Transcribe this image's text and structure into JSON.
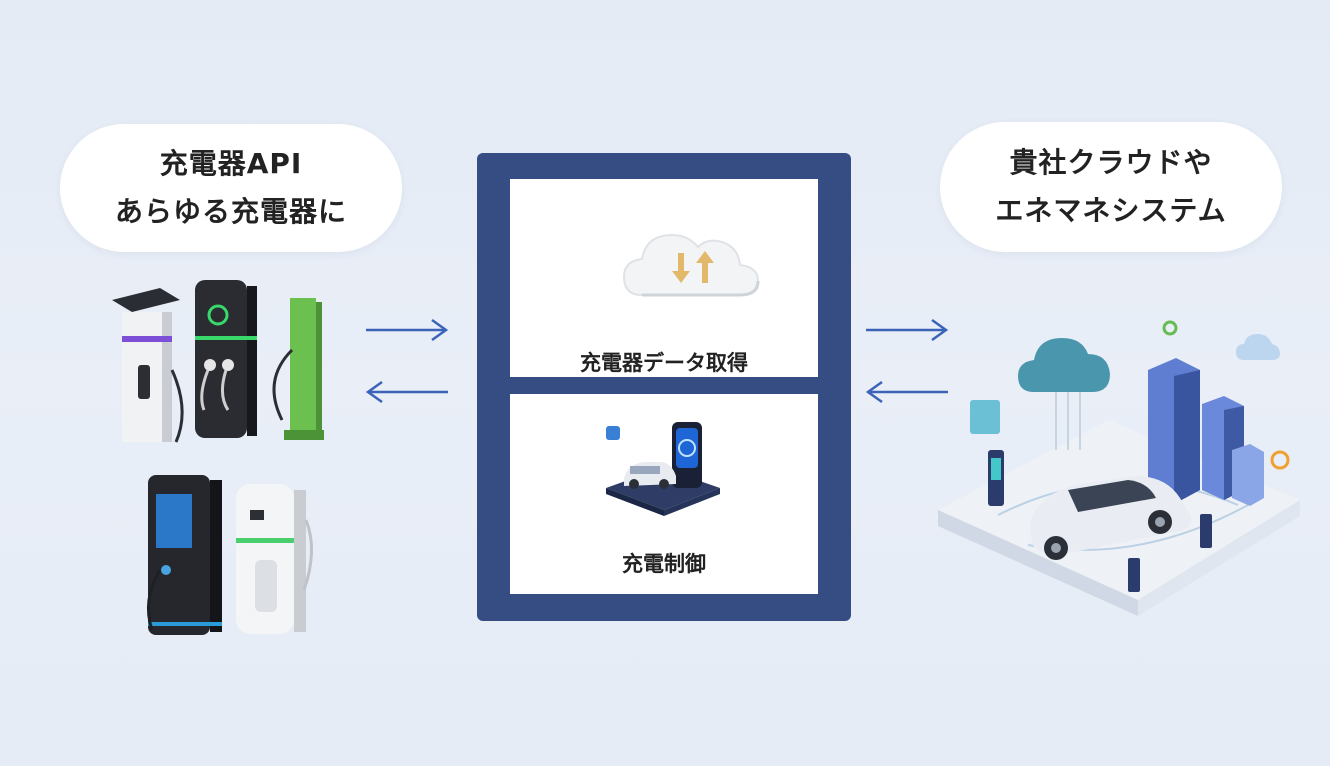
{
  "left_bubble": {
    "line1": "充電器API",
    "line2": "あらゆる充電器に"
  },
  "right_bubble": {
    "line1": "貴社クラウドや",
    "line2": "エネマネシステム"
  },
  "hub": {
    "panel_data_label": "充電器データ取得",
    "panel_control_label": "充電制御"
  },
  "colors": {
    "hub": "#364d83",
    "arrow": "#3b63b8",
    "cloud_arrow": "#e2b96a",
    "background": "#e6edf6"
  },
  "icons": {
    "cloud": "cloud-sync-icon",
    "charging_station": "charging-station-icon"
  }
}
